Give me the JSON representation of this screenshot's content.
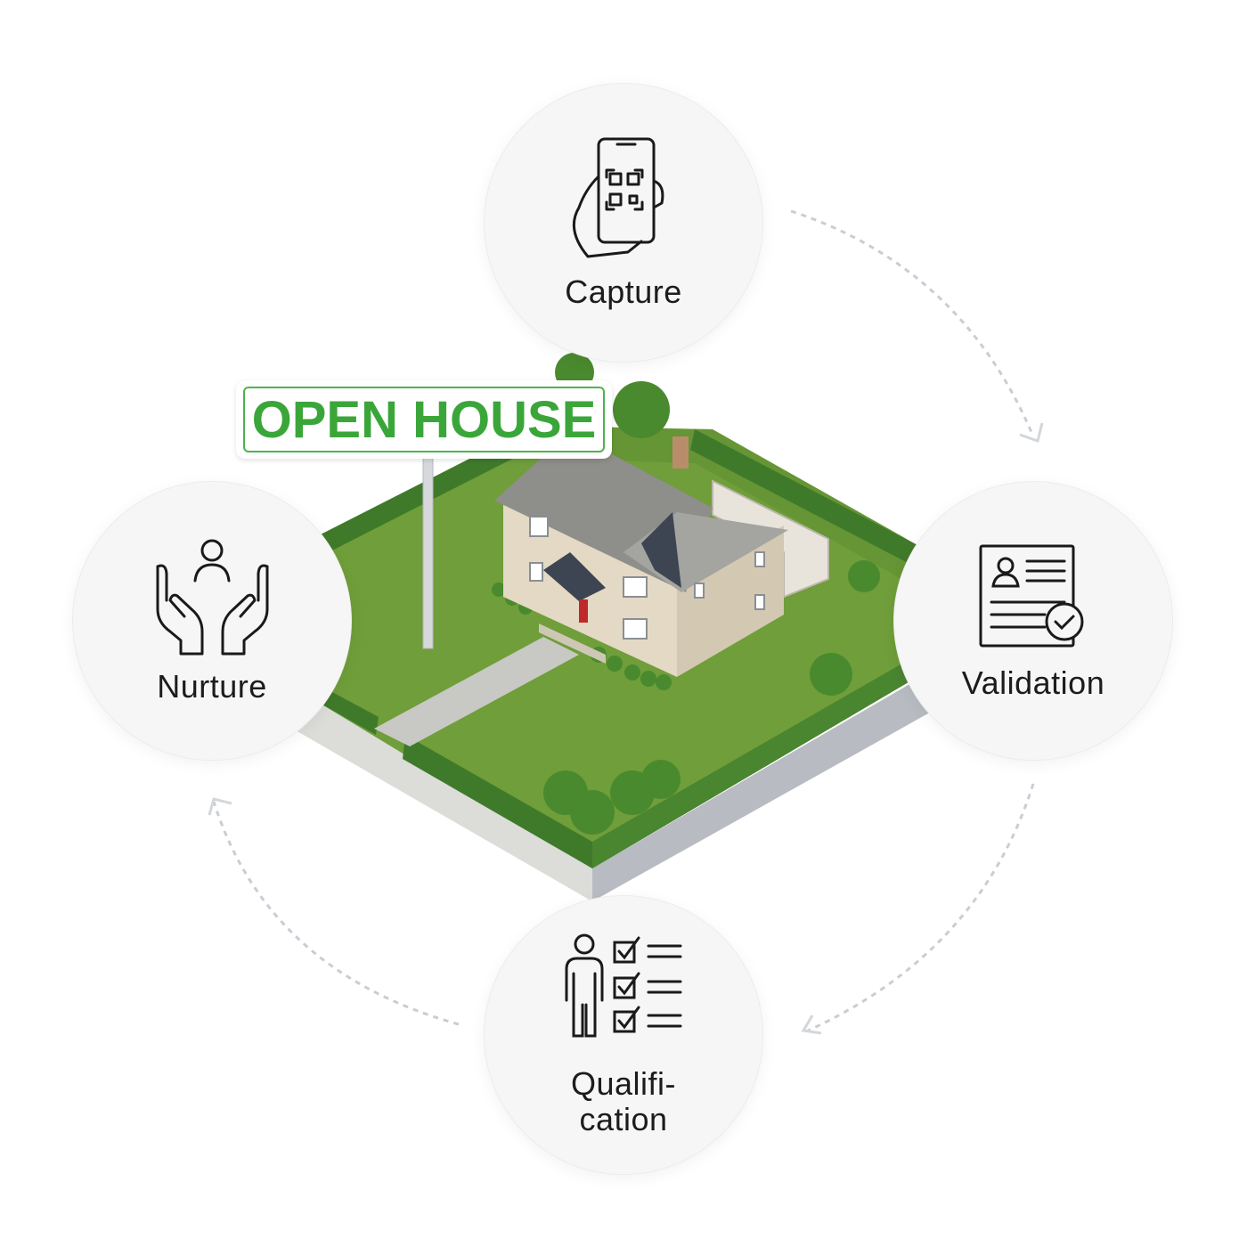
{
  "sign": {
    "text": "OPEN HOUSE",
    "color": "#3aa63a"
  },
  "stages": [
    {
      "label": "Capture",
      "icon": "hand-phone-qr-icon"
    },
    {
      "label": "Validation",
      "icon": "id-card-check-icon"
    },
    {
      "label": "Qualifi-\ncation",
      "line1": "Qualifi-",
      "line2": "cation",
      "icon": "person-checklist-icon"
    },
    {
      "label": "Nurture",
      "icon": "hands-person-icon"
    }
  ],
  "colors": {
    "lawn": "#6f9e3a",
    "hedge": "#3f7a2a",
    "sidewalk": "#d9d9d6",
    "circle": "#f6f6f6",
    "arrow": "#c9ced4"
  }
}
